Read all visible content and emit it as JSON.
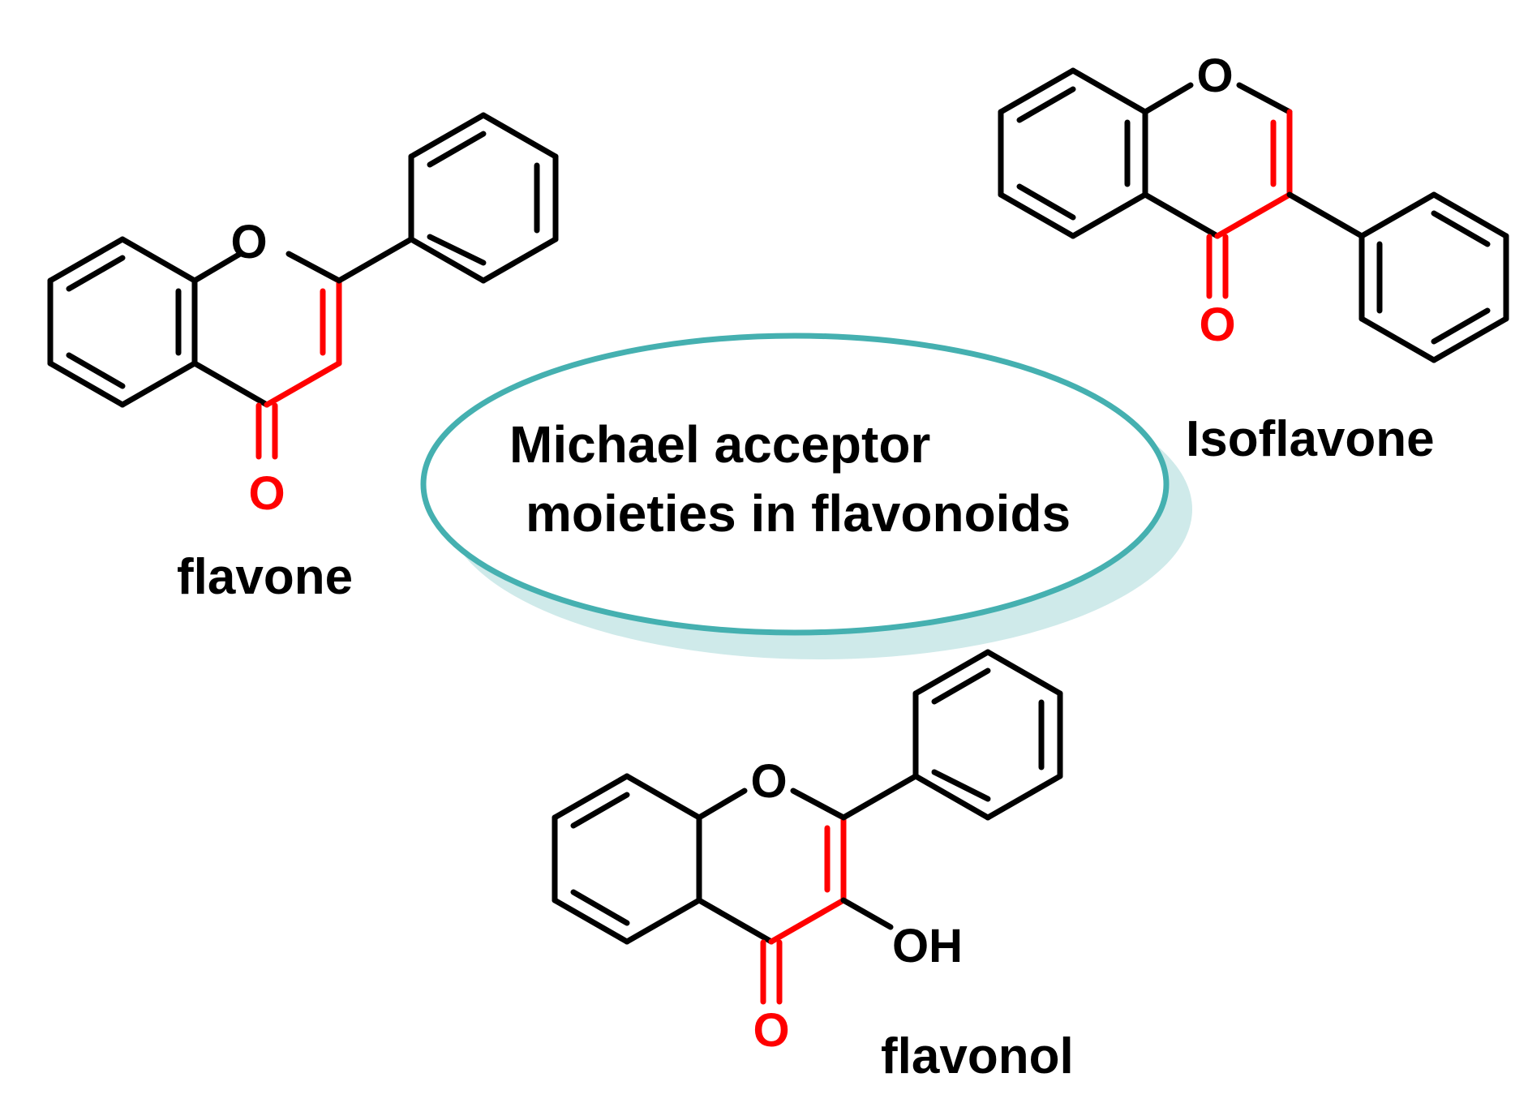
{
  "center": {
    "line1": "Michael acceptor",
    "line2": "moieties in flavonoids"
  },
  "molecules": {
    "flavone": {
      "name": "flavone",
      "ring_o": "O",
      "carbonyl_o": "O"
    },
    "isoflavone": {
      "name": "Isoflavone",
      "ring_o": "O",
      "carbonyl_o": "O"
    },
    "flavonol": {
      "name": "flavonol",
      "ring_o": "O",
      "carbonyl_o": "O",
      "hydroxyl": "OH"
    }
  },
  "colors": {
    "bond": "#000000",
    "michael_acceptor": "#ff0000",
    "ellipse_stroke": "#45b0b0",
    "ellipse_shadow": "#cfeaea"
  }
}
